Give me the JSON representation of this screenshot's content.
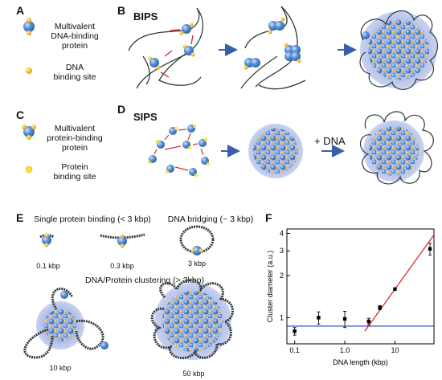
{
  "panels": {
    "A": {
      "letter": "A",
      "protein_label": "Multivalent\nDNA-binding\nprotein",
      "site_label": "DNA\nbinding site"
    },
    "B": {
      "letter": "B",
      "title": "BIPS"
    },
    "C": {
      "letter": "C",
      "protein_label": "Multivalent\nprotein-binding\nprotein",
      "site_label": "Protein\nbinding site"
    },
    "D": {
      "letter": "D",
      "title": "SIPS",
      "dna_label": "+ DNA"
    },
    "E": {
      "letter": "E",
      "single_title": "Single protein binding (< 3 kbp)",
      "bridging_title": "DNA bridging (~ 3 kbp)",
      "cluster_title": "DNA/Protein clustering (> 3kbp)",
      "len_01": "0.1 kbp",
      "len_03": "0.3 kbp",
      "len_3": "3 kbp",
      "len_10": "10 kbp",
      "len_50": "50 kbp"
    },
    "F": {
      "letter": "F"
    }
  },
  "colors": {
    "protein_blue": "#4a86c8",
    "site_yellow": "#f2b62a",
    "arrow_blue": "#3a5ea8",
    "red_arrow": "#e03030",
    "cluster_halo": "#9aa8d8",
    "dna": "#2f3a3a"
  },
  "chart_data": {
    "type": "scatter",
    "xlabel": "DNA length (kbp)",
    "ylabel": "Cluster diameter (a.u.)",
    "xscale": "log",
    "yscale": "log",
    "xlim": [
      0.07,
      60
    ],
    "ylim": [
      0.65,
      4.3
    ],
    "xticks": [
      0.1,
      1.0,
      10
    ],
    "xticklabels": [
      "0.1",
      "1.0",
      "10"
    ],
    "yticks": [
      1,
      2,
      3,
      4
    ],
    "yticklabels": [
      "1",
      "2",
      "3",
      "4"
    ],
    "points": [
      {
        "x": 0.1,
        "y": 0.8,
        "err": 0.05
      },
      {
        "x": 0.3,
        "y": 1.0,
        "err": 0.1
      },
      {
        "x": 1.0,
        "y": 0.98,
        "err": 0.13
      },
      {
        "x": 3.0,
        "y": 0.94,
        "err": 0.05
      },
      {
        "x": 5.0,
        "y": 1.18,
        "err": 0.04
      },
      {
        "x": 10.0,
        "y": 1.6,
        "err": 0.03
      },
      {
        "x": 50.0,
        "y": 3.1,
        "err": 0.3
      }
    ],
    "fit_flat": {
      "y": 0.87
    },
    "fit_line": {
      "x": [
        2.5,
        60
      ],
      "y": [
        0.8,
        3.9
      ]
    }
  }
}
